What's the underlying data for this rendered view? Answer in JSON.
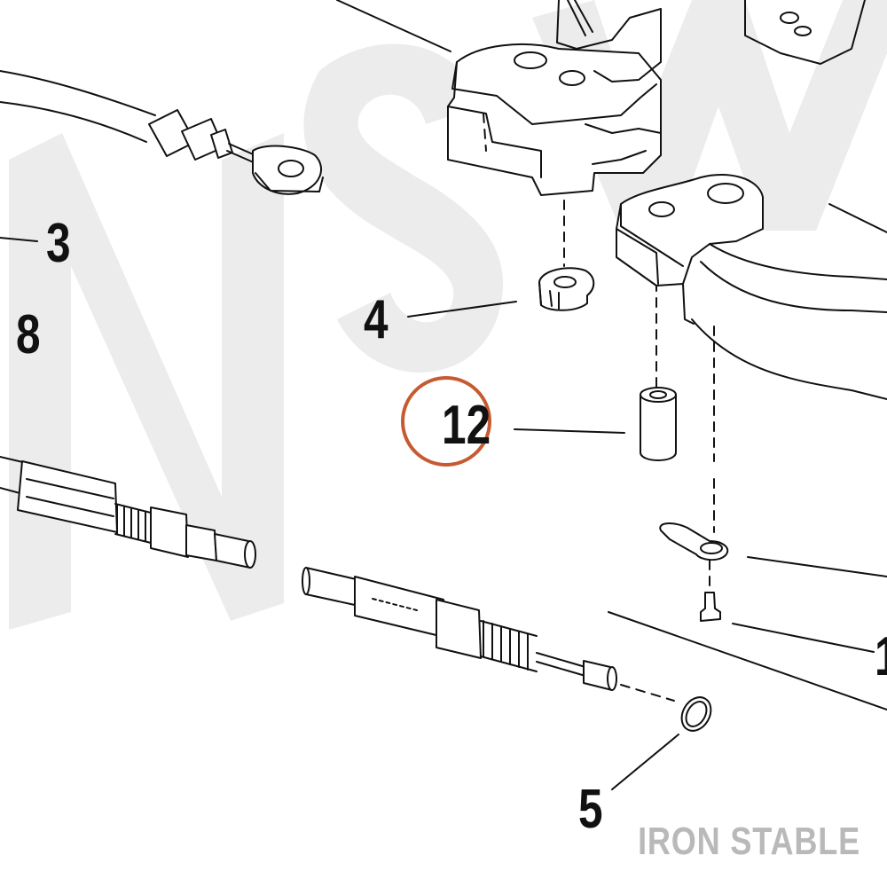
{
  "diagram": {
    "callouts": {
      "c3": "3",
      "c8": "8",
      "c4": "4",
      "c12": "12",
      "c5": "5",
      "c1": "1"
    },
    "highlight_color": "#c65a31",
    "watermark_color": "#ececec",
    "line_color": "#111111"
  },
  "brand": {
    "name": "IRON STABLE",
    "color": "#b9b9b9"
  }
}
